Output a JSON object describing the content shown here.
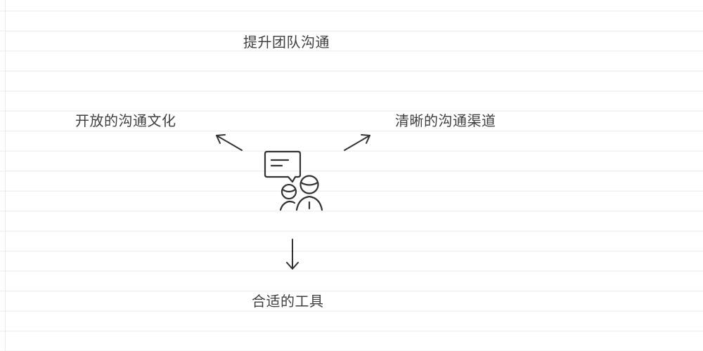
{
  "diagram": {
    "title": "提升团队沟通",
    "center_icon": "team-communication-icon",
    "branches": [
      {
        "direction": "up-left",
        "label": "开放的沟通文化"
      },
      {
        "direction": "up-right",
        "label": "清晰的沟通渠道"
      },
      {
        "direction": "down",
        "label": "合适的工具"
      }
    ]
  },
  "colors": {
    "text": "#3f3f3f",
    "stroke": "#333333",
    "ruled_line": "#f1f1f1",
    "margin_line": "#f6e4e7",
    "background": "#ffffff"
  }
}
